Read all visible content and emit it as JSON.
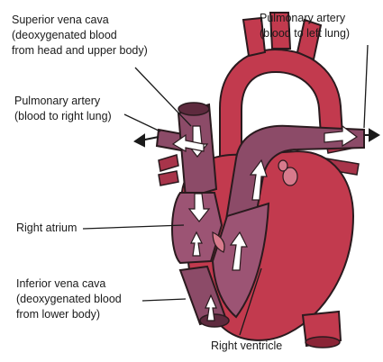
{
  "labels": {
    "svc": [
      "Superior vena cava",
      "(deoxygenated blood",
      "from head and upper body)"
    ],
    "pa_left": [
      "Pulmonary artery",
      "(blood to left lung)"
    ],
    "pa_right": [
      "Pulmonary artery",
      "(blood to right lung)"
    ],
    "right_atrium": "Right atrium",
    "ivc": [
      "Inferior vena cava",
      "(deoxygenated blood",
      "from lower body)"
    ],
    "right_ventricle": "Right ventricle"
  },
  "colors": {
    "heart_red": "#c23a4e",
    "dark_red": "#8a2436",
    "vein_purple": "#8c4b68",
    "outline": "#2a1a1e"
  }
}
